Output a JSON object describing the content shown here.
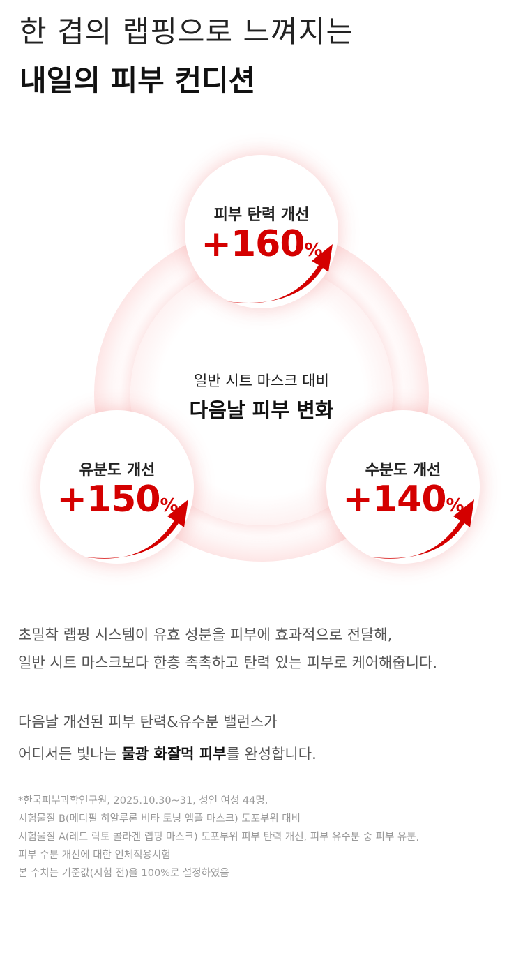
{
  "header": {
    "line1": "한 겹의 랩핑으로 느껴지는",
    "line2": "내일의 피부 컨디션"
  },
  "center": {
    "subtitle": "일반 시트 마스크 대비",
    "title": "다음날 피부 변화"
  },
  "stats": [
    {
      "label": "피부 탄력 개선",
      "value": "+160",
      "unit": "%"
    },
    {
      "label": "유분도 개선",
      "value": "+150",
      "unit": "%"
    },
    {
      "label": "수분도 개선",
      "value": "+140",
      "unit": "%"
    }
  ],
  "body": {
    "p1": [
      "초밀착 랩핑 시스템이 유효 성분을 피부에 효과적으로 전달해,",
      "일반 시트 마스크보다 한층 촉촉하고 탄력 있는 피부로 케어해줍니다."
    ],
    "p2_line1": "다음날 개선된 피부 탄력&유수분 밸런스가",
    "p2_pre": "어디서든 빛나는 ",
    "p2_bold": "물광 화잘먹 피부",
    "p2_post": "를 완성합니다."
  },
  "footnotes": [
    "*한국피부과학연구원, 2025.10.30~31, 성인 여성 44명,",
    "시험물질 B(메디필 히알루론 비타 토닝 앰플 마스크) 도포부위 대비",
    "시험물질 A(레드 락토 콜라겐 랩핑 마스크) 도포부위 피부 탄력 개선, 피부 유수분 중 피부 유분,",
    "피부 수분 개선에 대한 인체적용시험",
    "본 수치는 기준값(시험 전)을 100%로 설정하였음"
  ],
  "colors": {
    "accent": "#d40000"
  }
}
